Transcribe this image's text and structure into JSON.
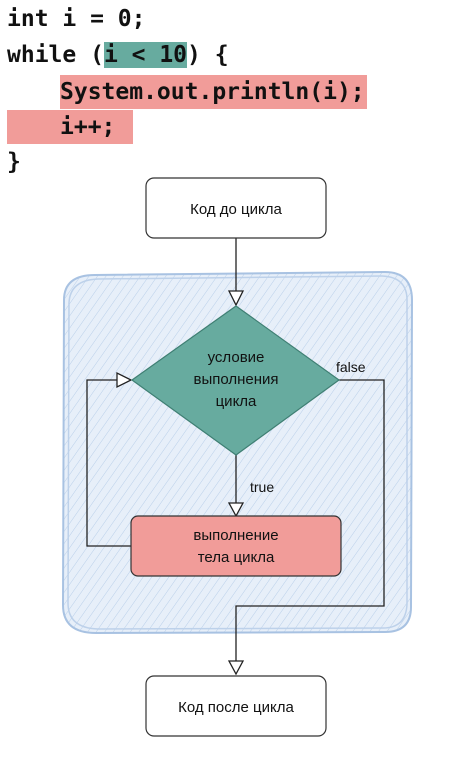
{
  "code": {
    "line1": "int i = 0;",
    "line2_prefix": "while (",
    "line2_condition": "i < 10",
    "line2_suffix": ") {",
    "line3": "System.out.println(i);",
    "line4": "i++;",
    "line5": "}"
  },
  "diagram": {
    "start_label": "Код до цикла",
    "condition_label_lines": [
      "условие",
      "выполнения",
      "цикла"
    ],
    "false_label": "false",
    "true_label": "true",
    "body_label_lines": [
      "выполнение",
      "тела цикла"
    ],
    "end_label": "Код после цикла"
  },
  "colors": {
    "condition_fill": "#67ab9f",
    "body_fill": "#f19c99",
    "loop_region_fill": "#dae8fc"
  }
}
